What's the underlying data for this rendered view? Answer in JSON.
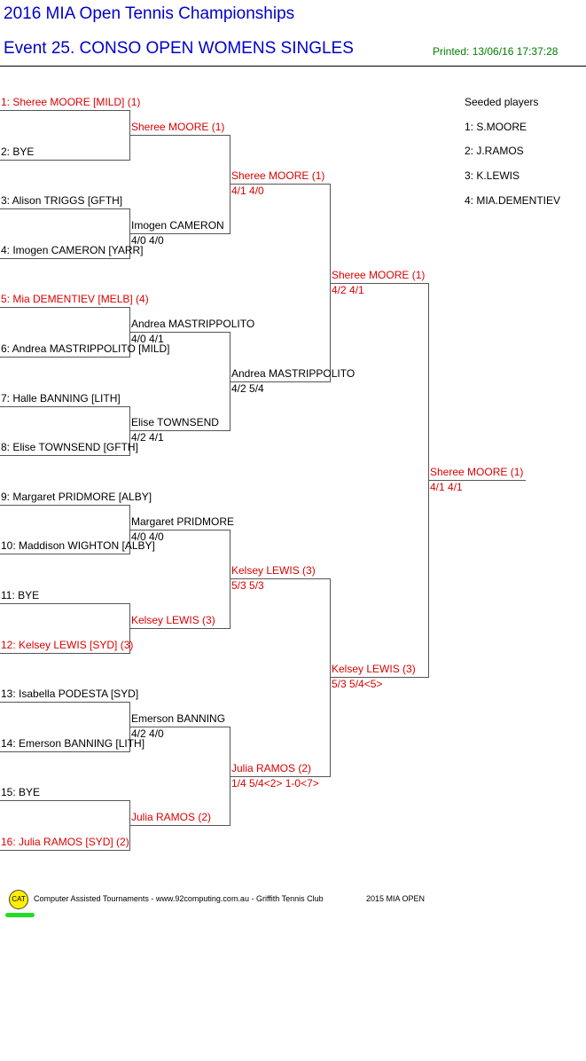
{
  "header": {
    "title": "2016 MIA Open Tennis Championships",
    "event": "Event 25. CONSO OPEN WOMENS SINGLES",
    "printed": "Printed: 13/06/16 17:37:28"
  },
  "colors": {
    "title": "#0000cc",
    "seeded": "#dd0000",
    "printed": "#008000",
    "normal": "#000000"
  },
  "round1": [
    {
      "label": "1: Sheree MOORE [MILD] (1)",
      "seeded": true
    },
    {
      "label": "2: BYE",
      "seeded": false
    },
    {
      "label": "3: Alison TRIGGS [GFTH]",
      "seeded": false
    },
    {
      "label": "4: Imogen CAMERON [YARR]",
      "seeded": false
    },
    {
      "label": "5: Mia DEMENTIEV [MELB] (4)",
      "seeded": true
    },
    {
      "label": "6: Andrea MASTRIPPOLITO [MILD]",
      "seeded": false
    },
    {
      "label": "7: Halle BANNING [LITH]",
      "seeded": false
    },
    {
      "label": "8: Elise TOWNSEND [GFTH]",
      "seeded": false
    },
    {
      "label": "9: Margaret PRIDMORE [ALBY]",
      "seeded": false
    },
    {
      "label": "10: Maddison WIGHTON [ALBY]",
      "seeded": false
    },
    {
      "label": "11: BYE",
      "seeded": false
    },
    {
      "label": "12: Kelsey LEWIS [SYD] (3)",
      "seeded": true
    },
    {
      "label": "13: Isabella PODESTA [SYD]",
      "seeded": false
    },
    {
      "label": "14: Emerson BANNING [LITH]",
      "seeded": false
    },
    {
      "label": "15: BYE",
      "seeded": false
    },
    {
      "label": "16: Julia RAMOS [SYD] (2)",
      "seeded": true
    }
  ],
  "round2": [
    {
      "name": "Sheree MOORE (1)",
      "score": "",
      "seeded": true
    },
    {
      "name": "Imogen CAMERON",
      "score": "4/0 4/0",
      "seeded": false
    },
    {
      "name": "Andrea MASTRIPPOLITO",
      "score": "4/0 4/1",
      "seeded": false
    },
    {
      "name": "Elise TOWNSEND",
      "score": "4/2 4/1",
      "seeded": false
    },
    {
      "name": "Margaret PRIDMORE",
      "score": "4/0 4/0",
      "seeded": false
    },
    {
      "name": "Kelsey LEWIS (3)",
      "score": "",
      "seeded": true
    },
    {
      "name": "Emerson BANNING",
      "score": "4/2 4/0",
      "seeded": false
    },
    {
      "name": "Julia RAMOS (2)",
      "score": "",
      "seeded": true
    }
  ],
  "round3": [
    {
      "name": "Sheree MOORE (1)",
      "score": "4/1 4/0",
      "seeded": true
    },
    {
      "name": "Andrea MASTRIPPOLITO",
      "score": "4/2 5/4",
      "seeded": false
    },
    {
      "name": "Kelsey LEWIS (3)",
      "score": "5/3 5/3",
      "seeded": true
    },
    {
      "name": "Julia RAMOS (2)",
      "score": "1/4 5/4<2> 1-0<7>",
      "seeded": true
    }
  ],
  "round4": [
    {
      "name": "Sheree MOORE (1)",
      "score": "4/2 4/1",
      "seeded": true
    },
    {
      "name": "Kelsey LEWIS (3)",
      "score": "5/3 5/4<5>",
      "seeded": true
    }
  ],
  "final": {
    "name": "Sheree MOORE (1)",
    "score": "4/1 4/1",
    "seeded": true
  },
  "seeds": {
    "title": "Seeded players",
    "list": [
      "1: S.MOORE",
      "2: J.RAMOS",
      "3: K.LEWIS",
      "4: MIA.DEMENTIEV"
    ]
  },
  "footer": {
    "logo": "CAT",
    "text": "Computer Assisted Tournaments - www.92computing.com.au -  Griffith Tennis Club",
    "event": "2015 MIA OPEN"
  }
}
